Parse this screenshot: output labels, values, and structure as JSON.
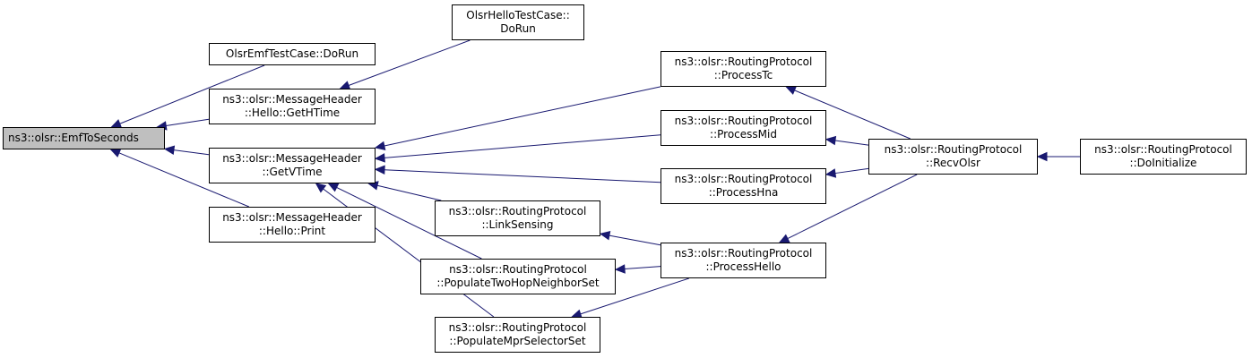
{
  "colors": {
    "edge": "#191970",
    "node_border": "#000000",
    "root_fill": "#bfbfbf",
    "node_fill": "#ffffff"
  },
  "nodes": {
    "emf_to_seconds": {
      "lines": [
        "ns3::olsr::EmfToSeconds"
      ]
    },
    "emf_test_do_run": {
      "lines": [
        "OlsrEmfTestCase::DoRun"
      ]
    },
    "hello_test_do_run": {
      "lines": [
        "OlsrHelloTestCase::",
        "DoRun"
      ]
    },
    "hello_get_h_time": {
      "lines": [
        "ns3::olsr::MessageHeader",
        "::Hello::GetHTime"
      ]
    },
    "get_v_time": {
      "lines": [
        "ns3::olsr::MessageHeader",
        "::GetVTime"
      ]
    },
    "hello_print": {
      "lines": [
        "ns3::olsr::MessageHeader",
        "::Hello::Print"
      ]
    },
    "process_tc": {
      "lines": [
        "ns3::olsr::RoutingProtocol",
        "::ProcessTc"
      ]
    },
    "process_mid": {
      "lines": [
        "ns3::olsr::RoutingProtocol",
        "::ProcessMid"
      ]
    },
    "process_hna": {
      "lines": [
        "ns3::olsr::RoutingProtocol",
        "::ProcessHna"
      ]
    },
    "link_sensing": {
      "lines": [
        "ns3::olsr::RoutingProtocol",
        "::LinkSensing"
      ]
    },
    "populate_two_hop": {
      "lines": [
        "ns3::olsr::RoutingProtocol",
        "::PopulateTwoHopNeighborSet"
      ]
    },
    "populate_mpr_selector": {
      "lines": [
        "ns3::olsr::RoutingProtocol",
        "::PopulateMprSelectorSet"
      ]
    },
    "process_hello": {
      "lines": [
        "ns3::olsr::RoutingProtocol",
        "::ProcessHello"
      ]
    },
    "recv_olsr": {
      "lines": [
        "ns3::olsr::RoutingProtocol",
        "::RecvOlsr"
      ]
    },
    "do_initialize": {
      "lines": [
        "ns3::olsr::RoutingProtocol",
        "::DoInitialize"
      ]
    }
  },
  "edges": [
    {
      "from": "emf_test_do_run",
      "to": "emf_to_seconds"
    },
    {
      "from": "hello_get_h_time",
      "to": "emf_to_seconds"
    },
    {
      "from": "get_v_time",
      "to": "emf_to_seconds"
    },
    {
      "from": "hello_print",
      "to": "emf_to_seconds"
    },
    {
      "from": "hello_test_do_run",
      "to": "hello_get_h_time"
    },
    {
      "from": "process_tc",
      "to": "get_v_time"
    },
    {
      "from": "process_mid",
      "to": "get_v_time"
    },
    {
      "from": "process_hna",
      "to": "get_v_time"
    },
    {
      "from": "link_sensing",
      "to": "get_v_time"
    },
    {
      "from": "populate_two_hop",
      "to": "get_v_time"
    },
    {
      "from": "populate_mpr_selector",
      "to": "get_v_time"
    },
    {
      "from": "recv_olsr",
      "to": "process_tc"
    },
    {
      "from": "recv_olsr",
      "to": "process_mid"
    },
    {
      "from": "recv_olsr",
      "to": "process_hna"
    },
    {
      "from": "recv_olsr",
      "to": "process_hello"
    },
    {
      "from": "process_hello",
      "to": "link_sensing"
    },
    {
      "from": "process_hello",
      "to": "populate_two_hop"
    },
    {
      "from": "process_hello",
      "to": "populate_mpr_selector"
    },
    {
      "from": "do_initialize",
      "to": "recv_olsr"
    }
  ]
}
